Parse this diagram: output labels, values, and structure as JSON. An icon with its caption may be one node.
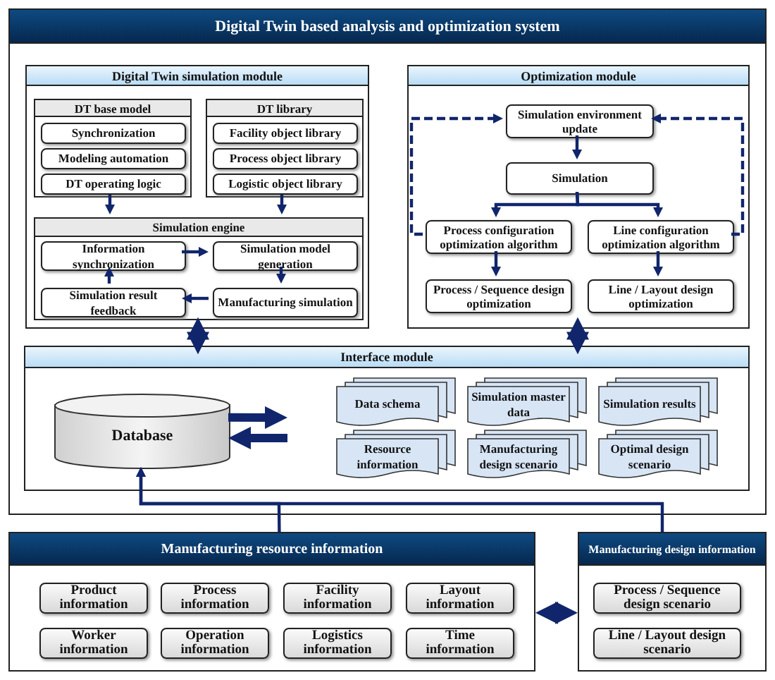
{
  "diagram": {
    "nodes": [
      {
        "text": [
          "Digital Twin based analysis and optimization system"
        ]
      },
      {
        "text": [
          "Digital Twin simulation module"
        ],
        "in": 0
      },
      {
        "text": [
          "DT base model"
        ],
        "in": 1
      },
      {
        "text": [
          "Synchronization"
        ],
        "in": 2
      },
      {
        "text": [
          "Modeling automation"
        ],
        "in": 2
      },
      {
        "text": [
          "DT operating logic"
        ],
        "in": 2
      },
      {
        "text": [
          "DT library"
        ],
        "in": 1
      },
      {
        "text": [
          "Facility object library"
        ],
        "in": 6
      },
      {
        "text": [
          "Process object library"
        ],
        "in": 6
      },
      {
        "text": [
          "Logistic object library"
        ],
        "in": 6
      },
      {
        "text": [
          "Simulation engine"
        ],
        "in": 1
      },
      {
        "text": [
          "Information synchronization"
        ],
        "in": 10
      },
      {
        "text": [
          "Simulation model generation"
        ],
        "in": 10
      },
      {
        "text": [
          "Simulation result feedback"
        ],
        "in": 10
      },
      {
        "text": [
          "Manufacturing simulation"
        ],
        "in": 10
      },
      {
        "text": [
          "Optimization module"
        ],
        "in": 0
      },
      {
        "text": [
          "Simulation environment update"
        ],
        "in": 15
      },
      {
        "text": [
          "Simulation"
        ],
        "in": 15
      },
      {
        "text": [
          "Process configuration optimization algorithm"
        ],
        "in": 15
      },
      {
        "text": [
          "Line configuration optimization algorithm"
        ],
        "in": 15
      },
      {
        "text": [
          "Process / Sequence design optimization"
        ],
        "in": 15
      },
      {
        "text": [
          "Line / Layout design optimization"
        ],
        "in": 15
      },
      {
        "text": [
          "Interface module"
        ],
        "in": 0
      },
      {
        "text": [
          "Database"
        ],
        "in": 22
      },
      {
        "text": [
          "Data schema"
        ],
        "in": 22
      },
      {
        "text": [
          "Simulation master data"
        ],
        "in": 22
      },
      {
        "text": [
          "Simulation results"
        ],
        "in": 22
      },
      {
        "text": [
          "Resource information"
        ],
        "in": 22
      },
      {
        "text": [
          "Manufacturing design scenario"
        ],
        "in": 22
      },
      {
        "text": [
          "Optimal design scenario"
        ],
        "in": 22
      },
      {
        "text": [
          "Manufacturing resource information"
        ]
      },
      {
        "text": [
          "Product information"
        ],
        "in": 30
      },
      {
        "text": [
          "Process information"
        ],
        "in": 30
      },
      {
        "text": [
          "Facility information"
        ],
        "in": 30
      },
      {
        "text": [
          "Layout information"
        ],
        "in": 30
      },
      {
        "text": [
          "Worker information"
        ],
        "in": 30
      },
      {
        "text": [
          "Operation information"
        ],
        "in": 30
      },
      {
        "text": [
          "Logistics information"
        ],
        "in": 30
      },
      {
        "text": [
          "Time information"
        ],
        "in": 30
      },
      {
        "text": [
          "Manufacturing design information"
        ]
      },
      {
        "text": [
          "Process / Sequence design scenario"
        ],
        "in": 39
      },
      {
        "text": [
          "Line / Layout design scenario"
        ],
        "in": 39
      }
    ],
    "edges": [
      {
        "from": 2,
        "to": 10,
        "arrow": "to"
      },
      {
        "from": 6,
        "to": 10,
        "arrow": "to"
      },
      {
        "from": 11,
        "to": 12,
        "arrow": "to"
      },
      {
        "from": 12,
        "to": 14,
        "arrow": "to"
      },
      {
        "from": 14,
        "to": 13,
        "arrow": "to"
      },
      {
        "from": 13,
        "to": 11,
        "arrow": "to"
      },
      {
        "from": 1,
        "to": 22,
        "arrow": "both",
        "style": "thick"
      },
      {
        "from": 15,
        "to": 22,
        "arrow": "both",
        "style": "thick"
      },
      {
        "from": 16,
        "to": 17,
        "arrow": "to"
      },
      {
        "from": 17,
        "to": 18,
        "arrow": "to"
      },
      {
        "from": 17,
        "to": 19,
        "arrow": "to"
      },
      {
        "from": 18,
        "to": 20,
        "arrow": "to"
      },
      {
        "from": 19,
        "to": 21,
        "arrow": "to"
      },
      {
        "from": 18,
        "to": 16,
        "arrow": "to",
        "style": "dashed"
      },
      {
        "from": 19,
        "to": 16,
        "arrow": "to",
        "style": "dashed"
      },
      {
        "from": 23,
        "to": null,
        "arrow": "to",
        "style": "thick"
      },
      {
        "from": null,
        "to": 23,
        "arrow": "to",
        "style": "thick"
      },
      {
        "from": 30,
        "to": 23,
        "arrow": "to"
      },
      {
        "from": 39,
        "to": 23,
        "arrow": "to"
      },
      {
        "from": 30,
        "to": 39,
        "arrow": "both",
        "style": "thick"
      }
    ]
  }
}
